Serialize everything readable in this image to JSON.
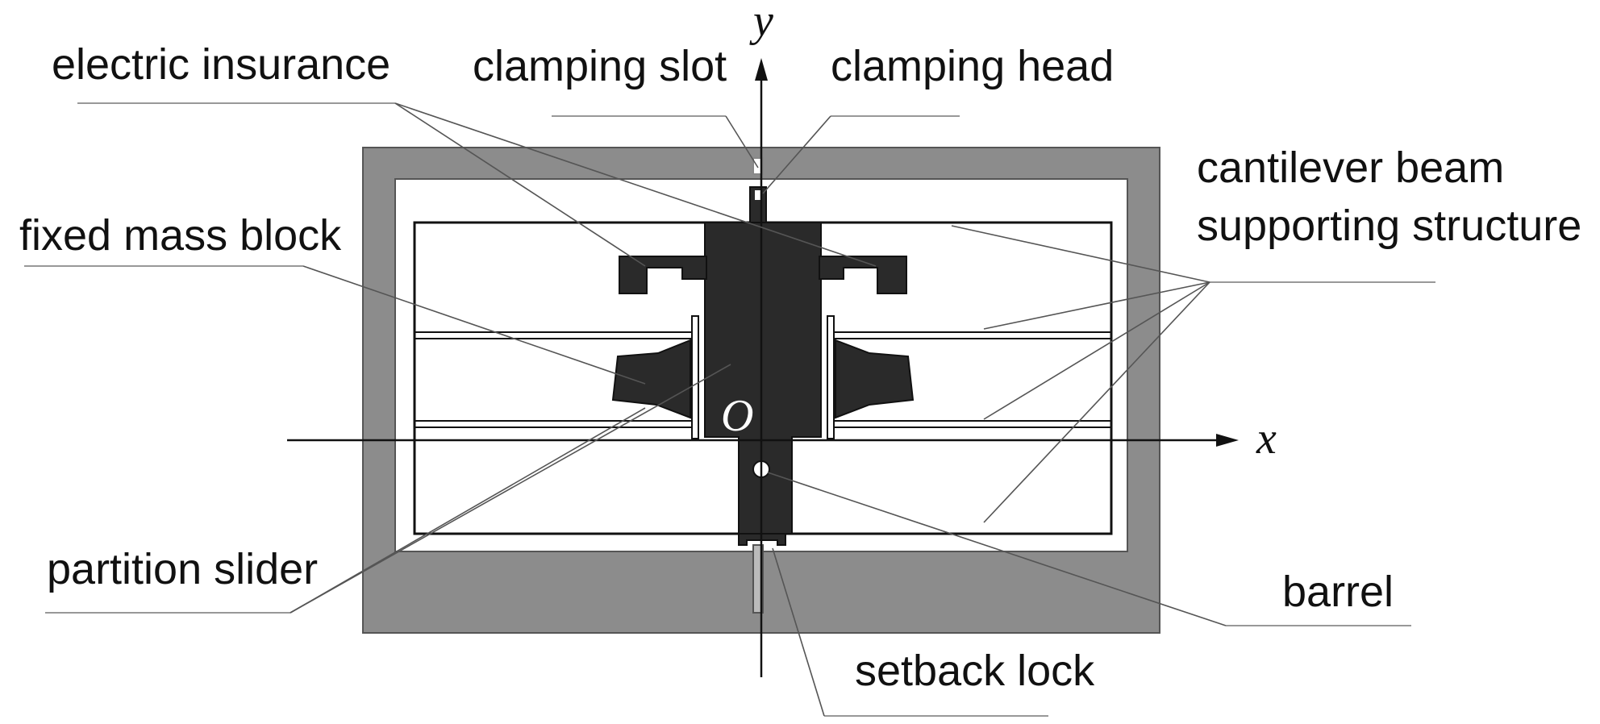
{
  "labels": {
    "electric_insurance": "electric insurance",
    "clamping_slot": "clamping slot",
    "clamping_head": "clamping head",
    "cantilever_line1": "cantilever beam",
    "cantilever_line2": "supporting structure",
    "fixed_mass_block": "fixed mass block",
    "partition_slider": "partition slider",
    "barrel": "barrel",
    "setback_lock": "setback lock"
  },
  "axes": {
    "x": "x",
    "y": "y",
    "origin": "O"
  },
  "colors": {
    "housing": "#8c8c8c",
    "dark_part": "#2a2a2a",
    "line": "#111111",
    "leader": "#555555"
  }
}
